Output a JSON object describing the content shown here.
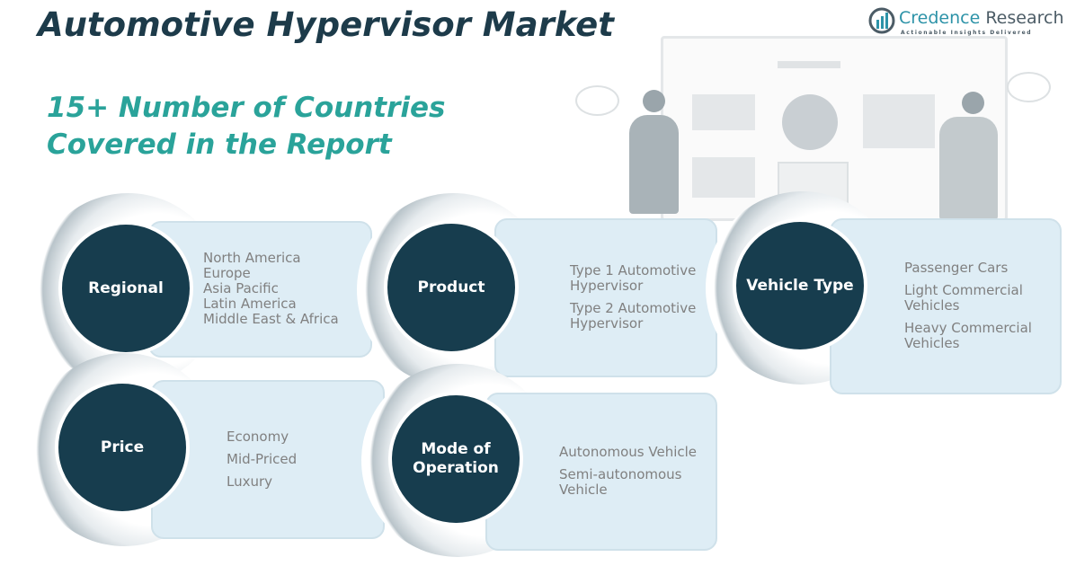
{
  "title": "Automotive Hypervisor Market",
  "subtitle_line1": "15+ Number of Countries",
  "subtitle_line2": "Covered in the Report",
  "logo": {
    "name_part1": "Credence",
    "name_part2": "Research",
    "tagline": "Actionable Insights Delivered"
  },
  "segments": [
    {
      "label": "Regional",
      "items": [
        "North America",
        "Europe",
        "Asia Pacific",
        "Latin America",
        "Middle East & Africa"
      ]
    },
    {
      "label": "Product",
      "items": [
        "Type 1 Automotive Hypervisor",
        "Type 2 Automotive Hypervisor"
      ]
    },
    {
      "label": "Vehicle Type",
      "items": [
        "Passenger Cars",
        "Light Commercial Vehicles",
        "Heavy Commercial Vehicles"
      ]
    },
    {
      "label": "Price",
      "items": [
        "Economy",
        "Mid-Priced",
        "Luxury"
      ]
    },
    {
      "label": "Mode of Operation",
      "items": [
        "Autonomous Vehicle",
        "Semi-autonomous Vehicle"
      ]
    }
  ],
  "colors": {
    "dark": "#173d4e",
    "teal": "#2aa39a",
    "box": "#deedf5"
  }
}
